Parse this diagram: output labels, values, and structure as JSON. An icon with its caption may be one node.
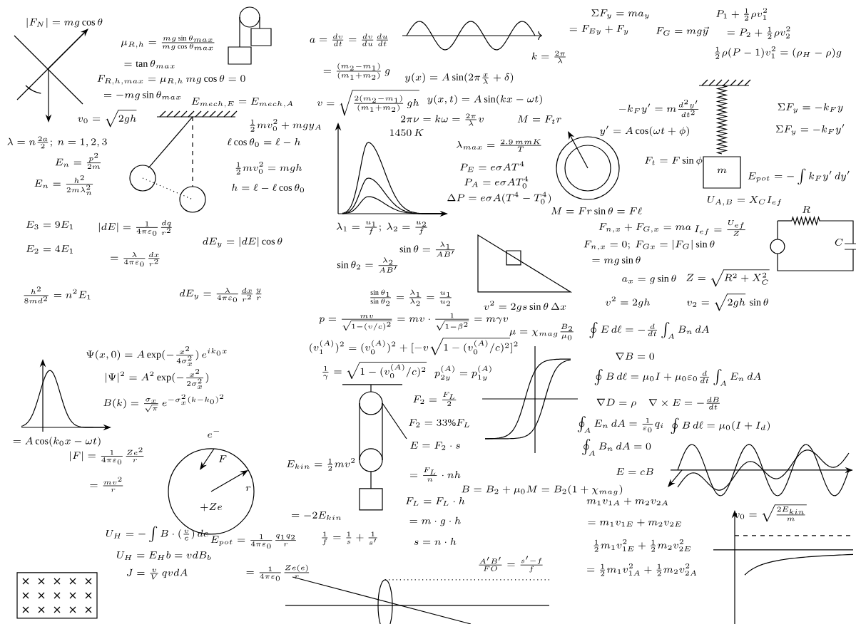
{
  "diagram": {
    "labels": [
      "|F_N| = mg\\cos\\theta",
      "\\mu_{R,h} = \\frac{mg\\sin\\theta_{max}}{mg\\cos\\theta_{max}}",
      "= \\tan\\theta_{max}",
      "F_{R,h,max} = \\mu_{R,h}\\, mg\\cos\\theta = 0",
      "= -mg\\sin\\theta_{max}",
      "E_{mech,E} = E_{mech,A}",
      "v_0 = \\sqrt{2gh}",
      "\\frac{1}{2}mv_0^2 + mgy_A",
      "\\lambda = n\\frac{2a}{2};\\ n = 1,2,3",
      "E_n = \\frac{p^2}{2m}",
      "\\ell\\cos\\theta_0 = \\ell - h",
      "\\frac{1}{2}mv_0^2 = mgh",
      "h = \\ell - \\ell\\cos\\theta_0",
      "E_n = \\frac{h^2}{2m\\lambda_n^2}",
      "E_3 = 9E_1",
      "|dE| = \\frac{1}{4\\pi\\varepsilon_0}\\frac{dq}{r^2}",
      "dE_y = |dE|\\cos\\theta",
      "E_2 = 4E_1",
      "= \\frac{\\lambda}{4\\pi\\varepsilon_0}\\frac{dx}{r^2}",
      "\\frac{h^2}{8md^2} = n^2E_1",
      "dE_y = \\frac{\\lambda}{4\\pi\\varepsilon_0}\\frac{dx}{r^2}\\frac{y}{r}",
      "a = \\frac{dv}{dt} = \\frac{dv}{du}\\frac{du}{dt}",
      "= \\frac{(m_2 - m_1)}{(m_1 + m_2)}\\, g",
      "v = \\sqrt{\\frac{2(m_2 - m_1)}{(m_1 + m_2)}\\, gh}",
      "y(x) = A\\sin(2\\pi\\frac{x}{\\lambda} + \\delta)",
      "k = \\frac{2\\pi}{\\lambda}",
      "y(x,t) = A\\sin(kx - \\omega t)",
      "2\\pi\\nu = k\\omega = \\frac{2\\pi}{\\lambda}v",
      "M = F_t r",
      "1450\\,K",
      "\\lambda_{max} = \\frac{2.9\\,mmK}{T}",
      "P_E = e\\sigma AT^4",
      "P_A = e\\sigma AT_0^4",
      "\\Delta P = e\\sigma A(T^4 - T_0^4)",
      "\\lambda_1 = \\frac{u_1}{f};\\ \\lambda_2 = \\frac{u_2}{f}",
      "\\sin\\theta = \\frac{\\lambda_1}{AB'}",
      "\\sin\\theta_2 = \\frac{\\lambda_2}{AB'}",
      "\\frac{\\sin\\theta_1}{\\sin\\theta_2} = \\frac{\\lambda_1}{\\lambda_2} = \\frac{u_1}{u_2}",
      "v^2 = 2gs\\sin\\theta\\,\\Delta x",
      "\\Sigma F_y = ma_y",
      "F_G = mg\\vec{y}",
      "P_1 + \\frac{1}{2}\\rho v_1^2",
      "= F_{Ey} + F_y",
      "= P_2 + \\frac{1}{2}\\rho v_2^2",
      "\\frac{1}{2}\\rho(P-1)v_1^2 = (\\rho_H - \\rho)g",
      "-k_F y' = m\\frac{d^2y'}{dt^2}",
      "\\Sigma F_y = -k_F y",
      "y' = A\\cos(\\omega t + \\phi)",
      "\\Sigma F_y = -k_F y'",
      "F_t = F\\sin\\phi",
      "E_{pot} = -\\int k_F y'\\,dy'",
      "U_{A,B} = X_C I_{ef}",
      "M = Fr\\sin\\theta = F\\ell",
      "F_{n,x} + F_{G,x} = ma",
      "I_{ef} = \\frac{U_{ef}}{Z}",
      "F_{n,x} = 0;\\ F_{Gx} = |F_G|\\sin\\theta",
      "= mg\\sin\\theta",
      "a_x = g\\sin\\theta",
      "Z = \\sqrt{R^2 + X_C^2}",
      "v^2 = 2gh",
      "v_2 = \\sqrt{2gh}\\,\\sin\\theta",
      "R",
      "C",
      "\\Psi(x,0) = A\\exp(-\\frac{x^2}{4\\sigma_x^2})\\, e^{ik_0x}",
      "|\\Psi|^2 = A^2\\exp(-\\frac{x^2}{2\\sigma_x^2})",
      "B(k) = \\frac{\\sigma_x}{\\sqrt{\\pi}}\\, e^{-\\sigma_x^2(k - k_0)^2}",
      "= A\\cos(k_0x - \\omega t)",
      "|F| = \\frac{1}{4\\pi\\varepsilon_0}\\frac{Ze^2}{r}",
      "= \\frac{mv^2}{r}",
      "U_H = -\\int B\\cdot(\\frac{v}{c})\\,de",
      "U_H = E_Hb = vdB_b",
      "J = \\frac{v}{V}\\,qvdA",
      "E_{pot} = \\frac{1}{4\\pi\\varepsilon_0}\\frac{q_1q_2}{r}",
      "= \\frac{1}{4\\pi\\varepsilon_0}\\frac{Ze(e)}{r}",
      "+Ze",
      "e^-",
      "F",
      "r",
      "p = \\frac{mv}{\\sqrt{1-(v/c)^2}} = mv\\cdot\\frac{1}{\\sqrt{1-\\beta^2}} = m\\gamma v",
      "\\mu = \\chi_{mag}\\frac{B_2}{\\mu_0}",
      "(v_1^{(A)})^2 = (v_0^{(A)})^2 + [-v\\sqrt{1-(v_0^{(A)}/c)^2}]^2",
      "\\frac{1}{\\gamma} = \\sqrt{1-(v_0^{(A)}/c)^2}",
      "p_{2y}^{(A)} = p_{1y}^{(A)}",
      "F_2 = \\frac{F_L}{2}",
      "F_2 = 33\\%F_L",
      "E_{kin} = \\frac{1}{2}mv^2",
      "E = F_2\\cdot s",
      "= \\frac{F_L}{n}\\cdot nh",
      "B = B_2 + \\mu_0M = B_2(1 + \\chi_{mag})",
      "= -2E_{kin}",
      "F_L = F_L\\cdot h",
      "= m\\cdot g\\cdot h",
      "\\frac{1}{f} = \\frac{1}{s} + \\frac{1}{s'}",
      "s = n\\cdot h",
      "\\frac{A'B'}{FO} = \\frac{s'-f}{f}",
      "\\oint E\\,d\\ell = -\\frac{d}{dt}\\int_A B_n\\,dA",
      "\\nabla B = 0",
      "\\oint B\\,d\\ell = \\mu_0I + \\mu_0\\varepsilon_0\\frac{d}{dt}\\int_A E_n\\,dA",
      "\\nabla D = \\rho",
      "\\nabla\\times E = -\\frac{dB}{dt}",
      "\\oint_A E_n\\,dA = \\frac{1}{\\varepsilon_0}q_i",
      "\\oint B\\,d\\ell = \\mu_0(I + I_d)",
      "\\oint_A B_n\\,dA = 0",
      "E = cB",
      "m_1v_{1A} + m_2v_{2A}",
      "v_0 = \\sqrt{\\frac{2E_{kin}}{m}}",
      "= m_1v_{1E} + m_2v_{2E}",
      "\\frac{1}{2}m_1v_{1E}^2 + \\frac{1}{2}m_2v_{2E}^2",
      "= \\frac{1}{2}m_1v_{1A}^2 + \\frac{1}{2}m_2v_{2A}^2",
      "m"
    ]
  }
}
